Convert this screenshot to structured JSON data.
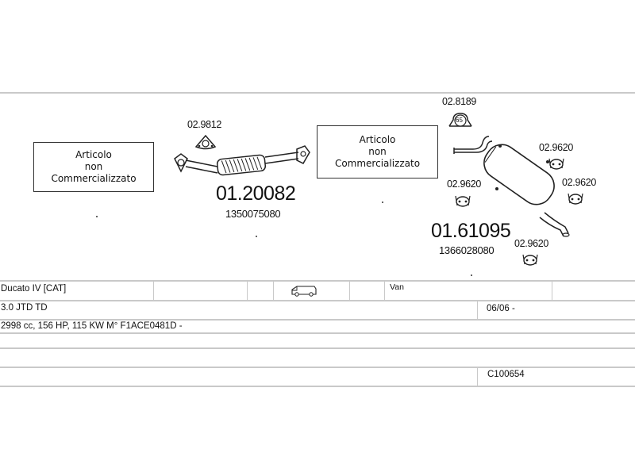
{
  "diagram": {
    "non_commercial_boxes": [
      {
        "line1": "Articolo",
        "line2": "non",
        "line3": "Commercializzato"
      },
      {
        "line1": "Articolo",
        "line2": "non",
        "line3": "Commercializzato"
      }
    ],
    "front_pipe": {
      "code": "01.20082",
      "oem": "1350075080",
      "clamp_code": "02.9812"
    },
    "silencer": {
      "code": "01.61095",
      "oem": "1366028080",
      "clamp_code": "02.8189",
      "clamp_size": "65"
    },
    "hangers": [
      {
        "label": "02.9620"
      },
      {
        "label": "02.9620"
      },
      {
        "label": "02.9620"
      },
      {
        "label": "02.9620"
      }
    ]
  },
  "info_table": {
    "row1": {
      "model": "Ducato IV  [CAT]",
      "vehicle_icon": "van-icon",
      "body_type": "Van"
    },
    "row2": {
      "engine": "3.0 JTD TD",
      "date": "06/06 -"
    },
    "row3": {
      "specs": "2998 cc, 156 HP, 115 KW M° F1ACE0481D -"
    },
    "row5": {
      "catalog_number": "C100654"
    }
  }
}
